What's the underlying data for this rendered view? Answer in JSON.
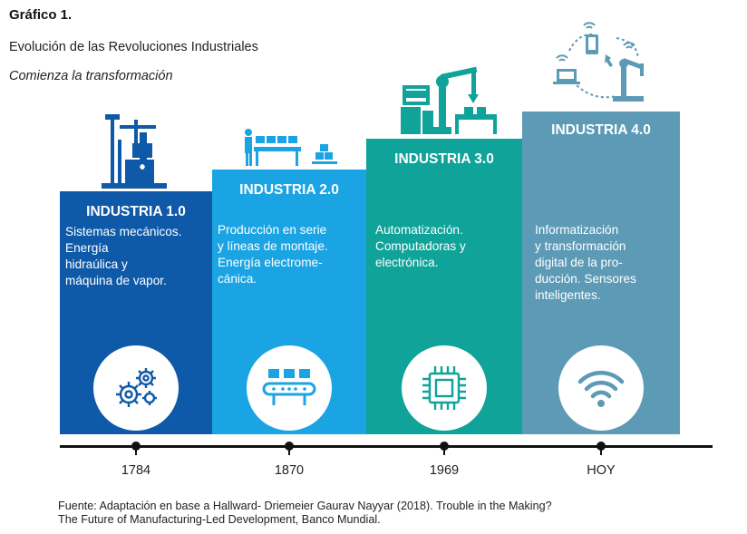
{
  "header": {
    "title": "Gráfico 1.",
    "subtitle": "Evolución de las Revoluciones Industriales",
    "tagline": "Comienza la transformación"
  },
  "stages": [
    {
      "title": "INDUSTRIA 1.0",
      "description": "Sistemas mecánicos.\nEnergía\nhidraúlica y\nmáquina de vapor.",
      "year": "1784",
      "icon": "gears-icon",
      "color": "#0f5aa8"
    },
    {
      "title": "INDUSTRIA 2.0",
      "description": "Producción en serie\ny líneas de montaje.\nEnergía electrome-\ncánica.",
      "year": "1870",
      "icon": "conveyor-belt-icon",
      "color": "#1ba4e3"
    },
    {
      "title": "INDUSTRIA 3.0",
      "description": "Automatización.\nComputadoras y\nelectrónica.",
      "year": "1969",
      "icon": "microchip-icon",
      "color": "#0fa399"
    },
    {
      "title": "INDUSTRIA 4.0",
      "description": "Informatización\ny transformación\ndigital de la pro-\nducción. Sensores\ninteligentes.",
      "year": "HOY",
      "icon": "wifi-icon",
      "color": "#5d9ab6"
    }
  ],
  "source": "Fuente: Adaptación en base a Hallward- Driemeier Gaurav Nayyar (2018). Trouble in the Making?\nThe Future of Manufacturing-Led Development,  Banco Mundial."
}
